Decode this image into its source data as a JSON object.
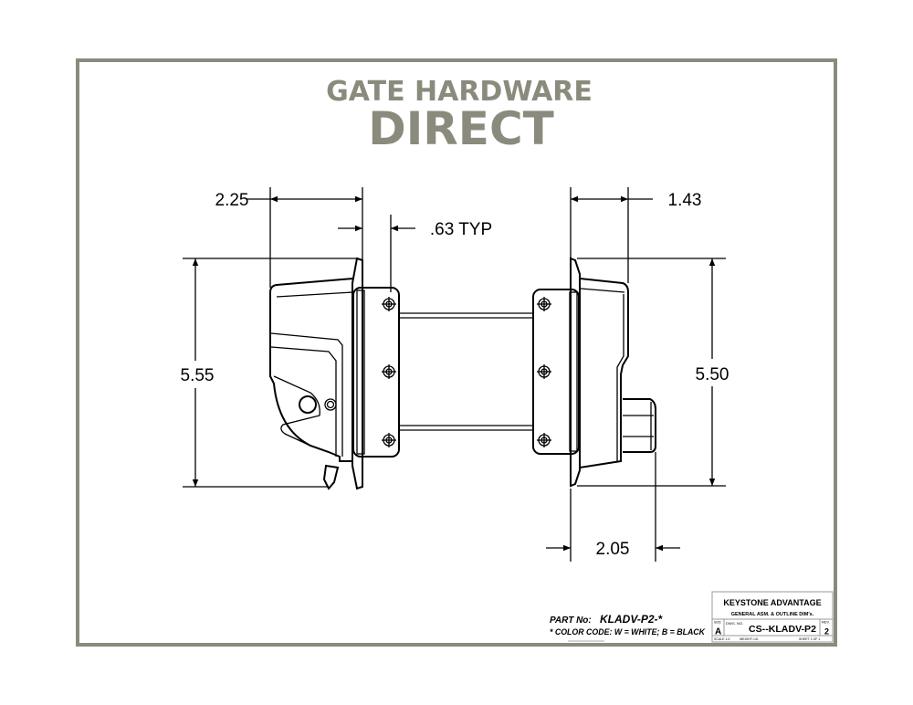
{
  "brand": {
    "line1": "GATE HARDWARE",
    "line2": "DIRECT",
    "color": "#8a8a7d"
  },
  "dimensions": {
    "left_width": "2.25",
    "typ": ".63 TYP",
    "right_width": "1.43",
    "left_height": "5.55",
    "right_height": "5.50",
    "knob_offset": "2.05"
  },
  "notes": {
    "part_no_label": "PART No:",
    "part_no": "KLADV-P2-*",
    "color_code": "* COLOR CODE:  W = WHITE;  B = BLACK"
  },
  "title_block": {
    "company": "KEYSTONE ADVANTAGE",
    "description": "GENERAL ASM. & OUTLINE DIM's.",
    "size_label": "SIZE",
    "size": "A",
    "dwg_label": "DWG. NO.",
    "dwg_no": "CS--KLADV-P2",
    "rev_label": "REV.",
    "rev": "2",
    "scale": "SCALE 1:4",
    "weight": "WEIGHT:  LB.",
    "sheet": "SHEET 1 OF 1"
  }
}
